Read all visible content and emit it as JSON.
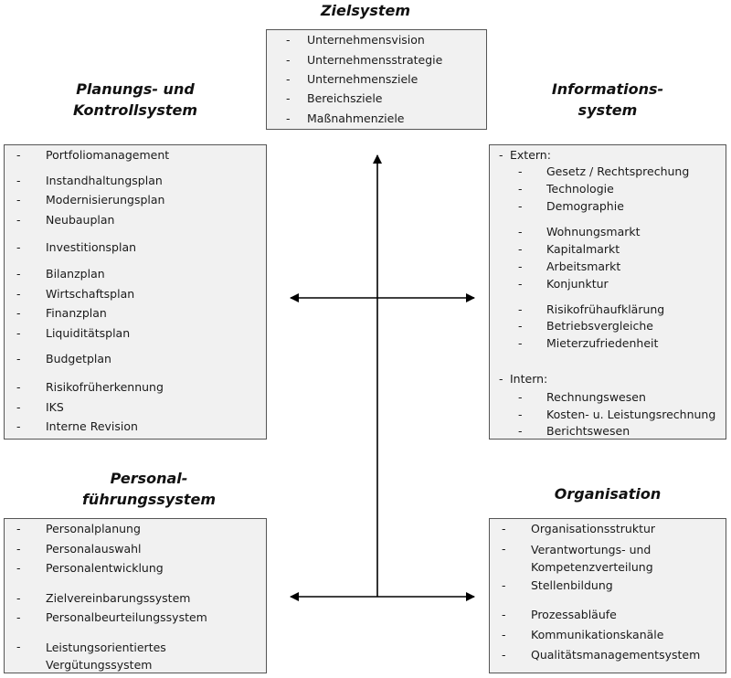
{
  "ziel": {
    "title": "Zielsystem",
    "items": [
      "Unternehmensvision",
      "Unternehmensstrategie",
      "Unternehmensziele",
      "Bereichsziele",
      "Maßnahmenziele"
    ]
  },
  "planung": {
    "title": "Planungs- und\nKontrollsystem",
    "items": [
      "Portfoliomanagement",
      "Instandhaltungsplan",
      "Modernisierungsplan",
      "Neubauplan",
      "Investitionsplan",
      "Bilanzplan",
      "Wirtschaftsplan",
      "Finanzplan",
      "Liquiditätsplan",
      "Budgetplan",
      "Risikofrüherkennung",
      "IKS",
      "Interne Revision"
    ]
  },
  "info": {
    "title": "Informations-\nsystem",
    "extern_label": "Extern:",
    "extern_items": [
      "Gesetz / Rechtsprechung",
      "Technologie",
      "Demographie",
      "Wohnungsmarkt",
      "Kapitalmarkt",
      "Arbeitsmarkt",
      "Konjunktur",
      "Risikofrühaufklärung",
      "Betriebsvergleiche",
      "Mieterzufriedenheit"
    ],
    "intern_label": "Intern:",
    "intern_items": [
      "Rechnungswesen",
      "Kosten- u. Leistungsrechnung",
      "Berichtswesen"
    ]
  },
  "personal": {
    "title": "Personal-\nführungssystem",
    "items": [
      "Personalplanung",
      "Personalauswahl",
      "Personalentwicklung",
      "Zielvereinbarungssystem",
      "Personalbeurteilungssystem",
      "Leistungsorientiertes\nVergütungssystem"
    ]
  },
  "org": {
    "title": "Organisation",
    "items": [
      "Organisationsstruktur",
      "Verantwortungs- und\nKompetenzverteilung",
      "Stellenbildung",
      "Prozessabläufe",
      "Kommunikationskanäle",
      "Qualitätsmanagementsystem"
    ]
  },
  "dash_glyph": "-",
  "colors": {
    "box_fill": "#f1f1f1",
    "box_border": "#555555",
    "text": "#1a1a1a",
    "arrow": "#000000"
  }
}
